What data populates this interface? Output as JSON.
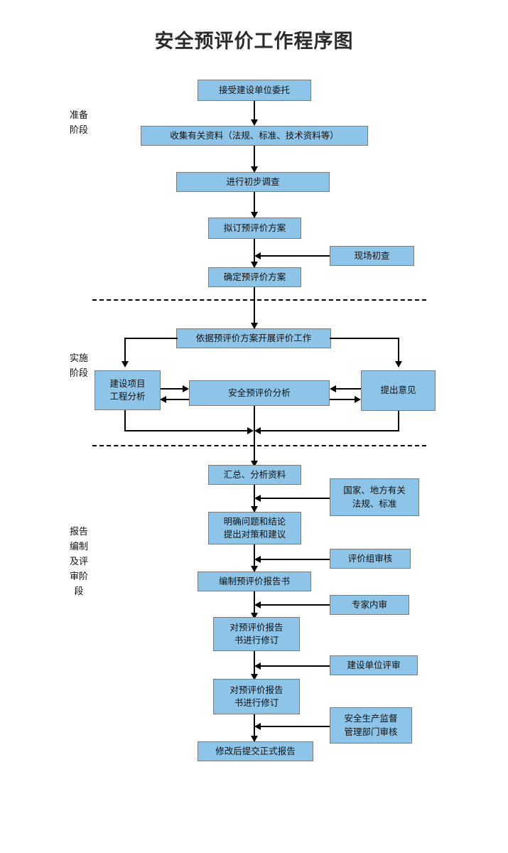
{
  "title": "安全预评价工作程序图",
  "stages": [
    {
      "id": "preparation",
      "label": "准备阶段"
    },
    {
      "id": "implementation",
      "label": "实施阶段"
    },
    {
      "id": "reporting",
      "label": "报告编制及评审阶段"
    }
  ],
  "nodes": {
    "accept_commission": "接受建设单位委托",
    "collect_materials": "收集有关资料（法规、标准、技术资料等）",
    "preliminary_survey": "进行初步调查",
    "draft_plan": "拟订预评价方案",
    "site_inspection": "现场初查",
    "confirm_plan": "确定预评价方案",
    "carry_out_evaluation": "依据预评价方案开展评价工作",
    "project_engineering_analysis_line1": "建设项目",
    "project_engineering_analysis_line2": "工程分析",
    "safety_pre_evaluation_analysis": "安全预评价分析",
    "put_forward_opinions": "提出意见",
    "summarize_analyze": "汇总、分析资料",
    "national_local_regs_line1": "国家、地方有关",
    "national_local_regs_line2": "法规、标准",
    "clarify_problems_line1": "明确问题和结论",
    "clarify_problems_line2": "提出对策和建议",
    "evaluation_group_review": "评价组审核",
    "compile_report": "编制预评价报告书",
    "expert_internal_review": "专家内审",
    "revise_report_1_line1": "对预评价报告",
    "revise_report_1_line2": "书进行修订",
    "construction_unit_review": "建设单位评审",
    "revise_report_2_line1": "对预评价报告",
    "revise_report_2_line2": "书进行修订",
    "safety_supervision_line1": "安全生产监督",
    "safety_supervision_line2": "管理部门审核",
    "submit_final_report": "修改后提交正式报告"
  },
  "colors": {
    "node_fill": "#8EC4E8",
    "node_border": "#7a7a7a",
    "connector": "#000000",
    "title_text": "#2b2b2b",
    "background": "#ffffff"
  }
}
